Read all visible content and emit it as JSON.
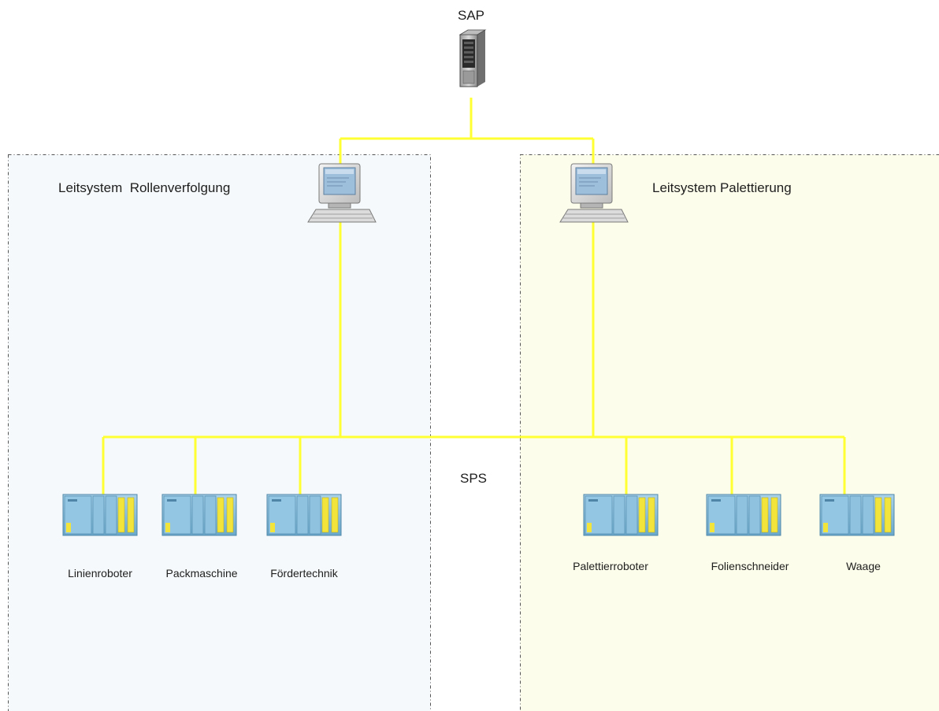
{
  "colors": {
    "bus": "#ffff33",
    "zone_left_fill": "#f5f9fb",
    "zone_right_fill": "#fdfdeb",
    "zone_border": "#555555",
    "plc_body": "#7fb8d8",
    "plc_accent": "#f2e43a"
  },
  "top": {
    "label": "SAP",
    "icon": "server-icon"
  },
  "bus_label": "SPS",
  "zones": {
    "left": {
      "title": "Leitsystem  Rollenverfolgung",
      "icon": "computer-icon"
    },
    "right": {
      "title": "Leitsystem Palettierung",
      "icon": "computer-icon"
    }
  },
  "devices": [
    {
      "label": "Linienroboter",
      "icon": "plc-icon"
    },
    {
      "label": "Packmaschine",
      "icon": "plc-icon"
    },
    {
      "label": "Fördertechnik",
      "icon": "plc-icon"
    },
    {
      "label": "Palettierroboter",
      "icon": "plc-icon"
    },
    {
      "label": "Folienschneider",
      "icon": "plc-icon"
    },
    {
      "label": "Waage",
      "icon": "plc-icon"
    }
  ]
}
